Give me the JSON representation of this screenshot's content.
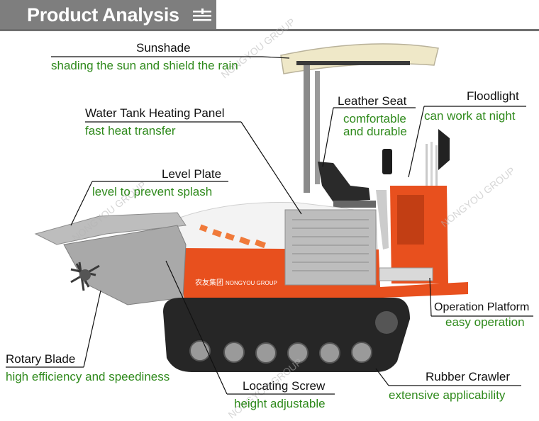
{
  "header": {
    "title": "Product Analysis",
    "menu_icon": "menu-lines-icon"
  },
  "watermark": "NONGYOU GROUP",
  "machine": {
    "brand_cn": "农友集团",
    "brand_en": "NONGYOU GROUP"
  },
  "parts": {
    "sunshade": {
      "name": "Sunshade",
      "desc": "shading the sun and shield the rain"
    },
    "water_tank": {
      "name": "Water Tank Heating Panel",
      "desc": "fast heat transfer"
    },
    "leather_seat": {
      "name": "Leather Seat",
      "desc1": "comfortable",
      "desc2": "and durable"
    },
    "floodlight": {
      "name": "Floodlight",
      "desc": "can work at night"
    },
    "level_plate": {
      "name": "Level Plate",
      "desc": "level to prevent splash"
    },
    "operation_platform": {
      "name": "Operation Platform",
      "desc": "easy operation"
    },
    "rotary_blade": {
      "name": "Rotary Blade",
      "desc": "high efficiency and speediness"
    },
    "rubber_crawler": {
      "name": "Rubber Crawler",
      "desc": "extensive applicability"
    },
    "locating_screw": {
      "name": "Locating Screw",
      "desc": "height adjustable"
    }
  },
  "colors": {
    "accent_green": "#2f8a1c",
    "body_orange": "#e8501e",
    "header_gray": "#7e7e7e"
  }
}
